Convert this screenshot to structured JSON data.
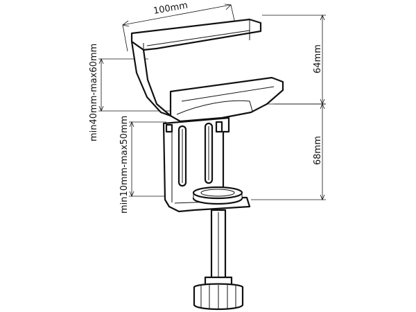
{
  "dimensions": {
    "top_width": "100mm",
    "upper_gap_range": "min40mm-max60mm",
    "upper_height": "64mm",
    "lower_gap_range": "min10mm-max50mm",
    "lower_height": "68mm"
  },
  "colors": {
    "line": "#111111",
    "fill": "#ffffff"
  }
}
